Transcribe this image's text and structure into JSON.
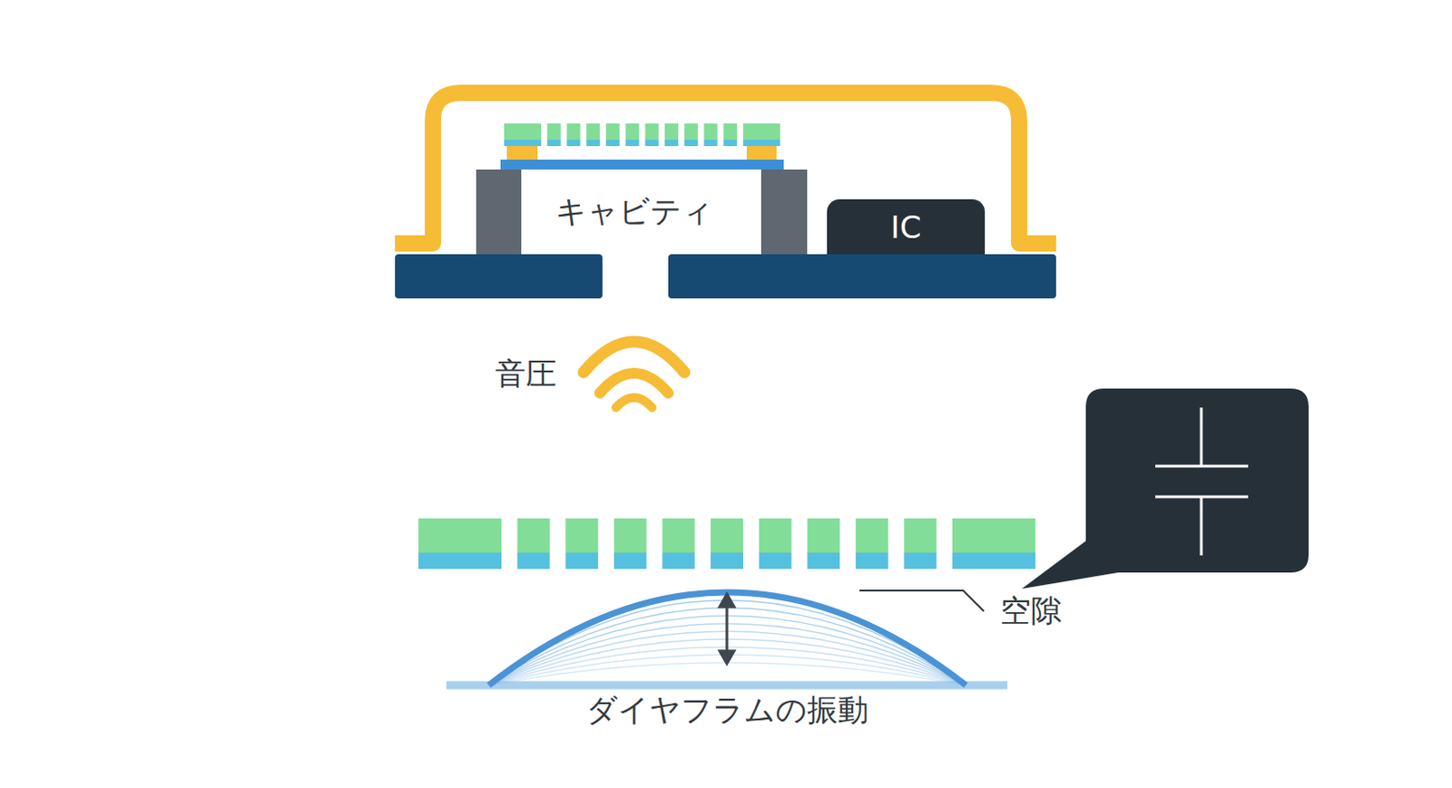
{
  "diagram": {
    "nodes": [
      {
        "text": [
          "IC"
        ]
      }
    ],
    "labels": [
      "キャビティ",
      "音圧",
      "空隙",
      "ダイヤフラムの振動"
    ]
  }
}
